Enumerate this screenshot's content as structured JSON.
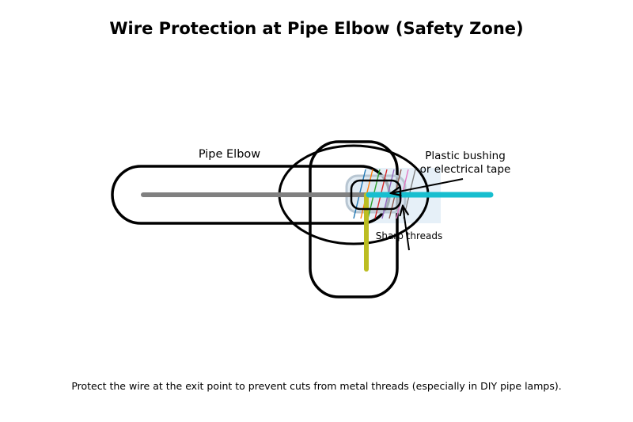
{
  "title": "Wire Protection at Pipe Elbow (Safety Zone)",
  "caption": "Protect the wire at the exit point to prevent cuts from metal threads (especially in DIY pipe lamps).",
  "labels": {
    "pipe_elbow": "Pipe Elbow",
    "bushing_line1": "Plastic bushing",
    "bushing_line2": "or electrical tape",
    "threads": "Sharp threads"
  },
  "colors": {
    "pipe_outline": "#000000",
    "wire_grey": "#808080",
    "wire_cyan": "#17becf",
    "wire_yellow": "#bcbd22",
    "bushing_fill": "#d8e6f0",
    "safety_zone": "#e6f0f8",
    "thread_colors": [
      "#1f77b4",
      "#ff7f0e",
      "#2ca02c",
      "#d62728",
      "#9467bd",
      "#8c564b",
      "#e377c2",
      "#7f7f7f"
    ]
  }
}
